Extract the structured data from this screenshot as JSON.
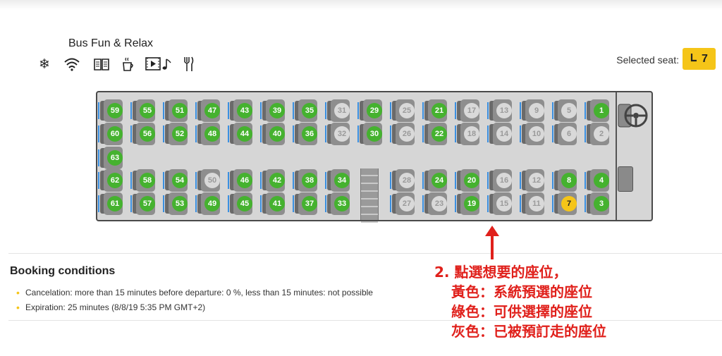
{
  "bus": {
    "name": "Bus Fun & Relax"
  },
  "amenities": [
    {
      "name": "snowflake-icon",
      "glyph": "❄"
    },
    {
      "name": "wifi-icon",
      "glyph": "◠"
    },
    {
      "name": "book-icon",
      "glyph": "📖"
    },
    {
      "name": "hot-drink-icon",
      "glyph": "☕"
    },
    {
      "name": "video-music-icon",
      "glyph": "▶♪"
    },
    {
      "name": "cutlery-icon",
      "glyph": "🍴"
    }
  ],
  "selection": {
    "label": "Selected seat:",
    "seat_icon": "seat-icon",
    "seat": "7"
  },
  "seats": {
    "row1": [
      {
        "n": "59",
        "s": "free"
      },
      {
        "n": "55",
        "s": "free"
      },
      {
        "n": "51",
        "s": "free"
      },
      {
        "n": "47",
        "s": "free"
      },
      {
        "n": "43",
        "s": "free"
      },
      {
        "n": "39",
        "s": "free"
      },
      {
        "n": "35",
        "s": "free"
      },
      {
        "n": "31",
        "s": "taken"
      },
      {
        "n": "29",
        "s": "free"
      },
      {
        "n": "25",
        "s": "taken"
      },
      {
        "n": "21",
        "s": "free"
      },
      {
        "n": "17",
        "s": "taken"
      },
      {
        "n": "13",
        "s": "taken"
      },
      {
        "n": "9",
        "s": "taken"
      },
      {
        "n": "5",
        "s": "taken"
      },
      {
        "n": "1",
        "s": "free"
      }
    ],
    "row2": [
      {
        "n": "60",
        "s": "free"
      },
      {
        "n": "56",
        "s": "free"
      },
      {
        "n": "52",
        "s": "free"
      },
      {
        "n": "48",
        "s": "free"
      },
      {
        "n": "44",
        "s": "free"
      },
      {
        "n": "40",
        "s": "free"
      },
      {
        "n": "36",
        "s": "free"
      },
      {
        "n": "32",
        "s": "taken"
      },
      {
        "n": "30",
        "s": "free"
      },
      {
        "n": "26",
        "s": "taken"
      },
      {
        "n": "22",
        "s": "free"
      },
      {
        "n": "18",
        "s": "taken"
      },
      {
        "n": "14",
        "s": "taken"
      },
      {
        "n": "10",
        "s": "taken"
      },
      {
        "n": "6",
        "s": "taken"
      },
      {
        "n": "2",
        "s": "taken"
      }
    ],
    "rear": {
      "n": "63",
      "s": "free"
    },
    "row3": [
      {
        "n": "62",
        "s": "free"
      },
      {
        "n": "58",
        "s": "free"
      },
      {
        "n": "54",
        "s": "free"
      },
      {
        "n": "50",
        "s": "taken"
      },
      {
        "n": "46",
        "s": "free"
      },
      {
        "n": "42",
        "s": "free"
      },
      {
        "n": "38",
        "s": "free"
      },
      {
        "n": "34",
        "s": "free"
      },
      {
        "n": "28",
        "s": "taken"
      },
      {
        "n": "24",
        "s": "free"
      },
      {
        "n": "20",
        "s": "free"
      },
      {
        "n": "16",
        "s": "taken"
      },
      {
        "n": "12",
        "s": "taken"
      },
      {
        "n": "8",
        "s": "free"
      },
      {
        "n": "4",
        "s": "free"
      }
    ],
    "row4": [
      {
        "n": "61",
        "s": "free"
      },
      {
        "n": "57",
        "s": "free"
      },
      {
        "n": "53",
        "s": "free"
      },
      {
        "n": "49",
        "s": "free"
      },
      {
        "n": "45",
        "s": "free"
      },
      {
        "n": "41",
        "s": "free"
      },
      {
        "n": "37",
        "s": "free"
      },
      {
        "n": "33",
        "s": "free"
      },
      {
        "n": "27",
        "s": "taken"
      },
      {
        "n": "23",
        "s": "taken"
      },
      {
        "n": "19",
        "s": "free"
      },
      {
        "n": "15",
        "s": "taken"
      },
      {
        "n": "11",
        "s": "taken"
      },
      {
        "n": "7",
        "s": "selected"
      },
      {
        "n": "3",
        "s": "free"
      }
    ]
  },
  "booking": {
    "title": "Booking conditions",
    "items": [
      "Cancelation: more than 15 minutes before departure: 0 %, less than 15 minutes: not possible",
      "Expiration: 25 minutes (8/8/19 5:35 PM GMT+2)"
    ]
  },
  "annotation": {
    "line1": "2. 點選想要的座位，",
    "line2": "黃色：系統預選的座位",
    "line3": "綠色：可供選擇的座位",
    "line4": "灰色：已被預訂走的座位",
    "color": "#e0201b"
  },
  "colors": {
    "free": "#45b22f",
    "taken": "#d9d9d9",
    "selected": "#f5c518",
    "accent": "#3a8fe0"
  }
}
